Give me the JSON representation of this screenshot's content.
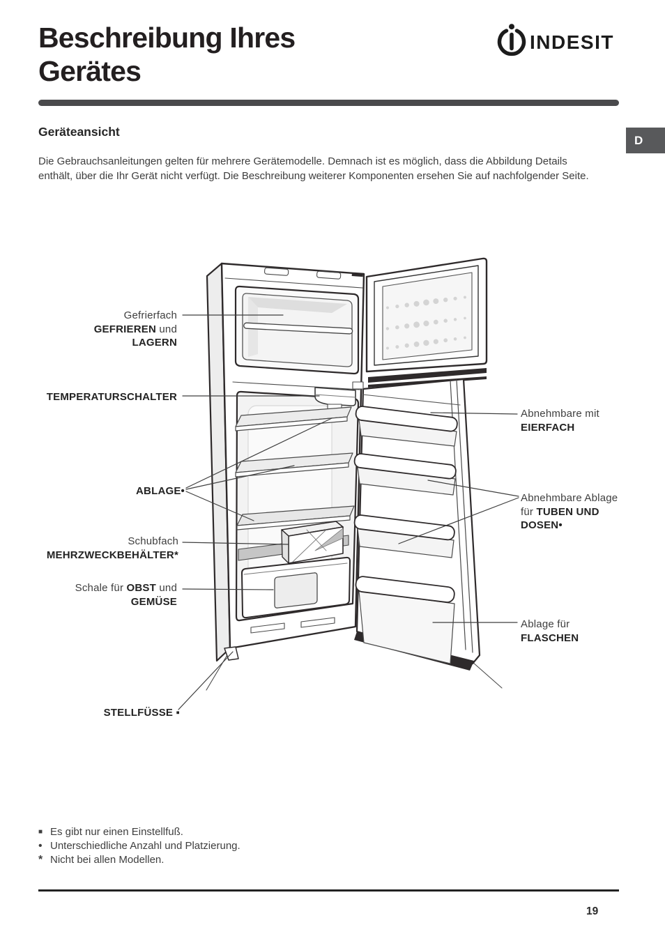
{
  "header": {
    "title_line1": "Beschreibung Ihres",
    "title_line2": "Gerätes",
    "brand_name": "INDESIT",
    "language_tab": "D"
  },
  "section": {
    "heading": "Geräteansicht",
    "intro_line1": "Die Gebrauchsanleitungen gelten für mehrere Gerätemodelle. Demnach ist es möglich, dass die Abbildung Details",
    "intro_line2": "enthält, über die Ihr Gerät nicht verfügt. Die Beschreibung weiterer Komponenten ersehen Sie auf nachfolgender Seite."
  },
  "diagram": {
    "labels": {
      "freezer_line1": "Gefrierfach",
      "freezer_line2_bold": "GEFRIEREN",
      "freezer_line2_rest": " und",
      "freezer_line3": "LAGERN",
      "thermostat": "TEMPERATURSCHALTER",
      "shelf": "ABLAGE•",
      "drawer_line1": "Schubfach",
      "drawer_line2": "MEHRZWECKBEHÄLTER*",
      "crisper_line1_pre": "Schale für ",
      "crisper_line1_bold": "OBST",
      "crisper_line1_post": " und",
      "crisper_line2": "GEMÜSE",
      "feet": "STELLFÜSSE ▪",
      "egg_line1": "Abnehmbare mit",
      "egg_line2": "EIERFACH",
      "cans_line1": "Abnehmbare Ablage",
      "cans_line2_pre": "für ",
      "cans_line2_bold": "TUBEN UND",
      "cans_line3": "DOSEN•",
      "bottles_line1": "Ablage für",
      "bottles_line2": "FLASCHEN"
    }
  },
  "footnotes": [
    {
      "marker": "■",
      "text": "Es gibt nur einen Einstellfuß."
    },
    {
      "marker": "•",
      "text": "Unterschiedliche Anzahl und Platzierung."
    },
    {
      "marker": "*",
      "text": "Nicht bei allen Modellen."
    }
  ],
  "footer": {
    "page_number": "19"
  },
  "colors": {
    "accent_bar": "#4a4a4c",
    "language_tab_bg": "#58595b",
    "ink": "#231f20",
    "line_art": "#2e2a2b"
  }
}
